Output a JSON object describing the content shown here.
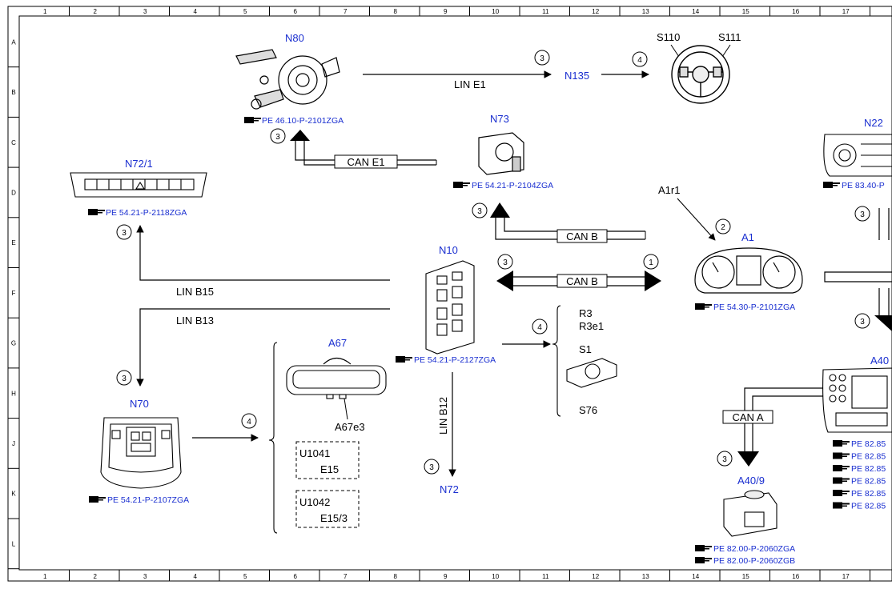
{
  "grid": {
    "columns": [
      "1",
      "2",
      "3",
      "4",
      "5",
      "6",
      "7",
      "8",
      "9",
      "10",
      "11",
      "12",
      "13",
      "14",
      "15",
      "16",
      "17"
    ],
    "rows": [
      "A",
      "B",
      "C",
      "D",
      "E",
      "F",
      "G",
      "H",
      "J",
      "K",
      "L"
    ]
  },
  "components": {
    "n80": {
      "label": "N80",
      "ref": "PE 46.10-P-2101ZGA"
    },
    "n135": {
      "label": "N135"
    },
    "s110": {
      "label": "S110"
    },
    "s111": {
      "label": "S111"
    },
    "n73": {
      "label": "N73",
      "ref": "PE 54.21-P-2104ZGA"
    },
    "n22": {
      "label": "N22",
      "ref": "PE 83.40-P"
    },
    "n72_1": {
      "label": "N72/1",
      "ref": "PE 54.21-P-2118ZGA"
    },
    "a1r1": {
      "label": "A1r1"
    },
    "a1": {
      "label": "A1",
      "ref": "PE 54.30-P-2101ZGA"
    },
    "n10": {
      "label": "N10",
      "ref": "PE 54.21-P-2127ZGA"
    },
    "r3": {
      "label": "R3"
    },
    "r3e1": {
      "label": "R3e1"
    },
    "s1": {
      "label": "S1"
    },
    "s76": {
      "label": "S76"
    },
    "a67": {
      "label": "A67"
    },
    "a67e3": {
      "label": "A67e3"
    },
    "n70": {
      "label": "N70",
      "ref": "PE 54.21-P-2107ZGA"
    },
    "a40": {
      "label": "A40",
      "refs": [
        "PE 82.85",
        "PE 82.85",
        "PE 82.85",
        "PE 82.85",
        "PE 82.85",
        "PE 82.85"
      ]
    },
    "a40_9": {
      "label": "A40/9",
      "refs": [
        "PE 82.00-P-2060ZGA",
        "PE 82.00-P-2060ZGB"
      ]
    },
    "n72": {
      "label": "N72"
    },
    "u1041": {
      "label": "U1041",
      "sub": "E15"
    },
    "u1042": {
      "label": "U1042",
      "sub": "E15/3"
    }
  },
  "buses": {
    "lin_e1": "LIN E1",
    "can_e1": "CAN E1",
    "can_b_upper": "CAN B",
    "can_b_main": "CAN B",
    "lin_b15": "LIN B15",
    "lin_b13": "LIN B13",
    "lin_b12": "LIN B12",
    "can_a": "CAN A"
  },
  "callouts": {
    "c_n135": "3",
    "c_steer": "4",
    "c_can_e1": "3",
    "c_n72_1": "3",
    "c_can_b_up": "3",
    "c_a1r1": "2",
    "c_can_b_left": "3",
    "c_can_b_right": "1",
    "c_a1_right": "3",
    "c_n22": "3",
    "c_switches": "4",
    "c_n70": "3",
    "c_a67": "4",
    "c_n72": "3",
    "c_can_a": "3",
    "c_a40": "3"
  }
}
